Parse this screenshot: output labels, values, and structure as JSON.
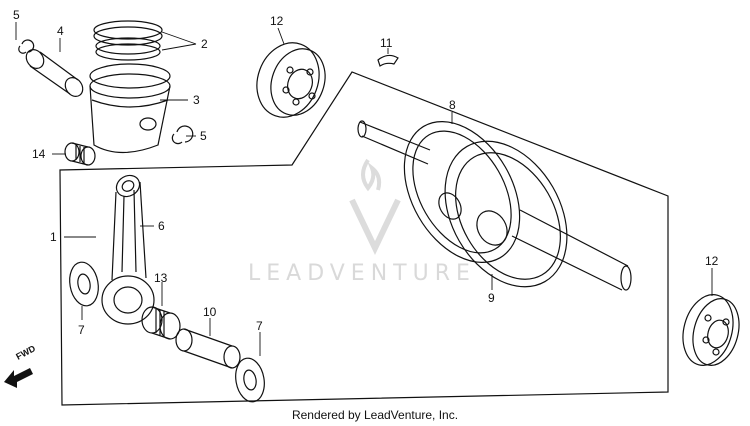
{
  "diagram": {
    "labels": {
      "l1": "1",
      "l2": "2",
      "l3": "3",
      "l4": "4",
      "l5a": "5",
      "l5b": "5",
      "l6": "6",
      "l7a": "7",
      "l7b": "7",
      "l8": "8",
      "l9": "9",
      "l10": "10",
      "l11": "11",
      "l12a": "12",
      "l12b": "12",
      "l13": "13",
      "l14": "14"
    },
    "fwd_label": "FWD",
    "watermark": "LEADVENTURE",
    "footer": "Rendered by LeadVenture, Inc."
  },
  "colors": {
    "line": "#111111",
    "watermark": "#d9d9d9"
  }
}
